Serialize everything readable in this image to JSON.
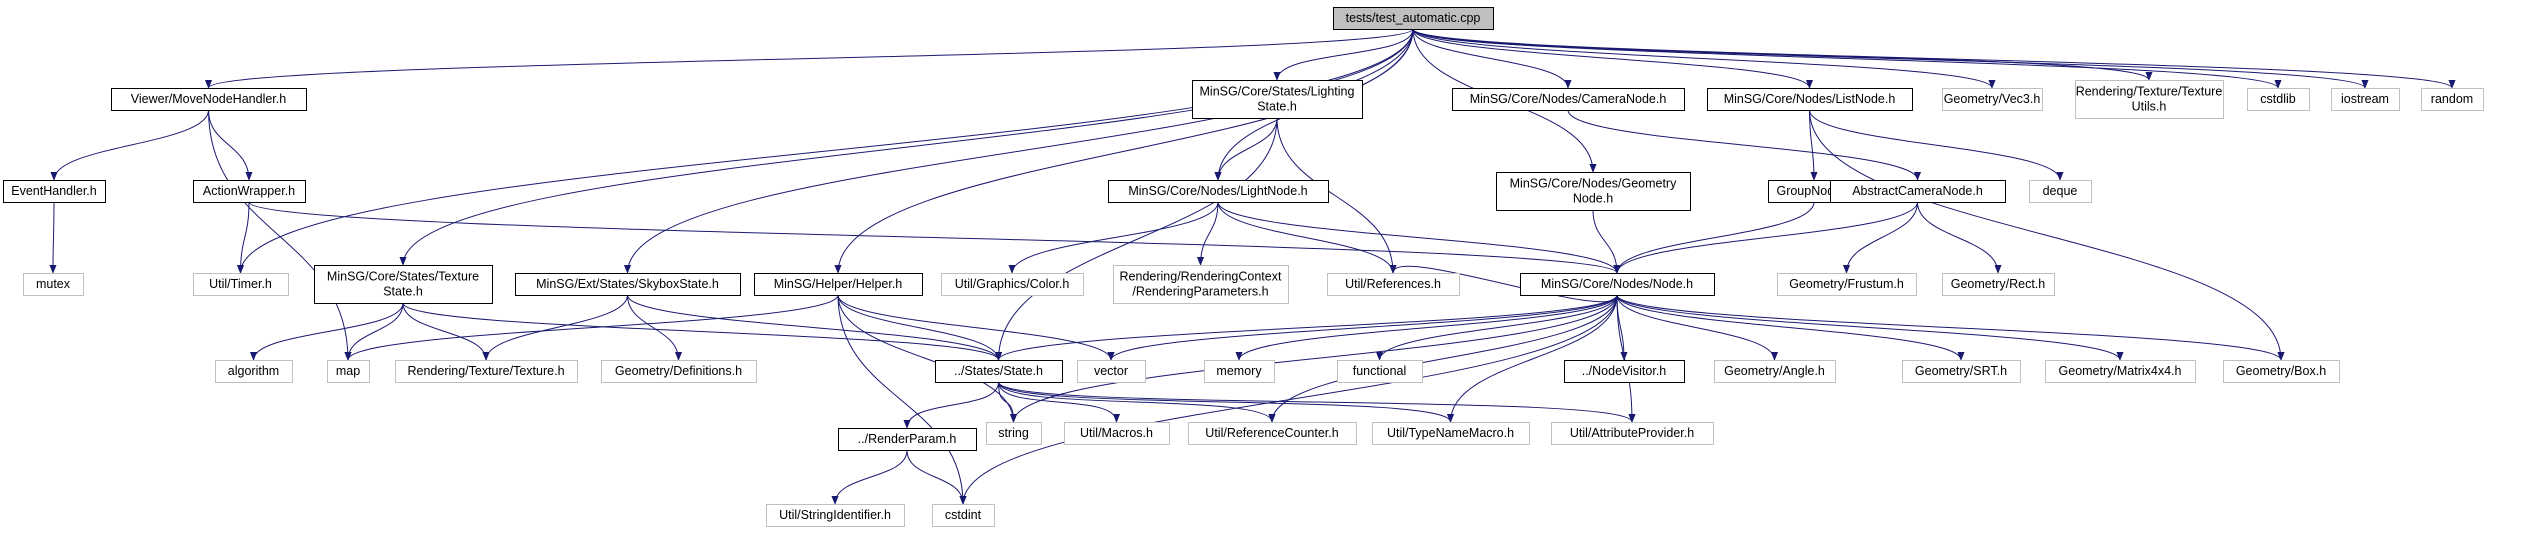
{
  "colors": {
    "edge": "#191970",
    "root_fill": "#bfbfbf",
    "documented_border": "#000000",
    "external_border": "#bfbfbf",
    "background": "#ffffff"
  },
  "nodes": [
    {
      "id": "root",
      "kind": "root",
      "lines": [
        "tests/test_automatic.cpp"
      ]
    },
    {
      "id": "movenode",
      "kind": "doc",
      "lines": [
        "Viewer/MoveNodeHandler.h"
      ]
    },
    {
      "id": "lightingstate",
      "kind": "doc",
      "lines": [
        "MinSG/Core/States/Lighting",
        "State.h"
      ]
    },
    {
      "id": "cameranode",
      "kind": "doc",
      "lines": [
        "MinSG/Core/Nodes/CameraNode.h"
      ]
    },
    {
      "id": "listnode",
      "kind": "doc",
      "lines": [
        "MinSG/Core/Nodes/ListNode.h"
      ]
    },
    {
      "id": "vec3",
      "kind": "ext",
      "lines": [
        "Geometry/Vec3.h"
      ]
    },
    {
      "id": "texutils",
      "kind": "ext",
      "lines": [
        "Rendering/Texture/Texture",
        "Utils.h"
      ]
    },
    {
      "id": "cstdlib",
      "kind": "ext",
      "lines": [
        "cstdlib"
      ]
    },
    {
      "id": "iostream",
      "kind": "ext",
      "lines": [
        "iostream"
      ]
    },
    {
      "id": "random",
      "kind": "ext",
      "lines": [
        "random"
      ]
    },
    {
      "id": "eventhandler",
      "kind": "doc",
      "lines": [
        "EventHandler.h"
      ]
    },
    {
      "id": "actionwrapper",
      "kind": "doc",
      "lines": [
        "ActionWrapper.h"
      ]
    },
    {
      "id": "lightnode",
      "kind": "doc",
      "lines": [
        "MinSG/Core/Nodes/LightNode.h"
      ]
    },
    {
      "id": "geomnode",
      "kind": "doc",
      "lines": [
        "MinSG/Core/Nodes/Geometry",
        "Node.h"
      ]
    },
    {
      "id": "groupnode",
      "kind": "doc",
      "lines": [
        "GroupNode.h"
      ]
    },
    {
      "id": "abstractcam",
      "kind": "doc",
      "lines": [
        "AbstractCameraNode.h"
      ]
    },
    {
      "id": "deque",
      "kind": "ext",
      "lines": [
        "deque"
      ]
    },
    {
      "id": "mutex",
      "kind": "ext",
      "lines": [
        "mutex"
      ]
    },
    {
      "id": "timer",
      "kind": "ext",
      "lines": [
        "Util/Timer.h"
      ]
    },
    {
      "id": "texstate",
      "kind": "doc",
      "lines": [
        "MinSG/Core/States/Texture",
        "State.h"
      ]
    },
    {
      "id": "skybox",
      "kind": "doc",
      "lines": [
        "MinSG/Ext/States/SkyboxState.h"
      ]
    },
    {
      "id": "helper",
      "kind": "doc",
      "lines": [
        "MinSG/Helper/Helper.h"
      ]
    },
    {
      "id": "color",
      "kind": "ext",
      "lines": [
        "Util/Graphics/Color.h"
      ]
    },
    {
      "id": "rendctx",
      "kind": "ext",
      "lines": [
        "Rendering/RenderingContext",
        "/RenderingParameters.h"
      ]
    },
    {
      "id": "references",
      "kind": "ext",
      "lines": [
        "Util/References.h"
      ]
    },
    {
      "id": "node",
      "kind": "doc",
      "lines": [
        "MinSG/Core/Nodes/Node.h"
      ]
    },
    {
      "id": "frustum",
      "kind": "ext",
      "lines": [
        "Geometry/Frustum.h"
      ]
    },
    {
      "id": "rect",
      "kind": "ext",
      "lines": [
        "Geometry/Rect.h"
      ]
    },
    {
      "id": "algorithm",
      "kind": "ext",
      "lines": [
        "algorithm"
      ]
    },
    {
      "id": "map",
      "kind": "ext",
      "lines": [
        "map"
      ]
    },
    {
      "id": "texture",
      "kind": "ext",
      "lines": [
        "Rendering/Texture/Texture.h"
      ]
    },
    {
      "id": "definitions",
      "kind": "ext",
      "lines": [
        "Geometry/Definitions.h"
      ]
    },
    {
      "id": "state",
      "kind": "doc",
      "lines": [
        "../States/State.h"
      ]
    },
    {
      "id": "vector",
      "kind": "ext",
      "lines": [
        "vector"
      ]
    },
    {
      "id": "memory",
      "kind": "ext",
      "lines": [
        "memory"
      ]
    },
    {
      "id": "functional",
      "kind": "ext",
      "lines": [
        "functional"
      ]
    },
    {
      "id": "nodevisitor",
      "kind": "doc",
      "lines": [
        "../NodeVisitor.h"
      ]
    },
    {
      "id": "angle",
      "kind": "ext",
      "lines": [
        "Geometry/Angle.h"
      ]
    },
    {
      "id": "srt",
      "kind": "ext",
      "lines": [
        "Geometry/SRT.h"
      ]
    },
    {
      "id": "matrix",
      "kind": "ext",
      "lines": [
        "Geometry/Matrix4x4.h"
      ]
    },
    {
      "id": "box",
      "kind": "ext",
      "lines": [
        "Geometry/Box.h"
      ]
    },
    {
      "id": "renderparam",
      "kind": "doc",
      "lines": [
        "../RenderParam.h"
      ]
    },
    {
      "id": "string",
      "kind": "ext",
      "lines": [
        "string"
      ]
    },
    {
      "id": "macros",
      "kind": "ext",
      "lines": [
        "Util/Macros.h"
      ]
    },
    {
      "id": "refcounter",
      "kind": "ext",
      "lines": [
        "Util/ReferenceCounter.h"
      ]
    },
    {
      "id": "typename",
      "kind": "ext",
      "lines": [
        "Util/TypeNameMacro.h"
      ]
    },
    {
      "id": "attrprov",
      "kind": "ext",
      "lines": [
        "Util/AttributeProvider.h"
      ]
    },
    {
      "id": "stringid",
      "kind": "ext",
      "lines": [
        "Util/StringIdentifier.h"
      ]
    },
    {
      "id": "cstdint",
      "kind": "ext",
      "lines": [
        "cstdint"
      ]
    }
  ],
  "edges": [
    [
      "root",
      "movenode"
    ],
    [
      "root",
      "lightingstate"
    ],
    [
      "root",
      "cameranode"
    ],
    [
      "root",
      "listnode"
    ],
    [
      "root",
      "vec3"
    ],
    [
      "root",
      "texutils"
    ],
    [
      "root",
      "cstdlib"
    ],
    [
      "root",
      "iostream"
    ],
    [
      "root",
      "random"
    ],
    [
      "root",
      "timer"
    ],
    [
      "root",
      "texstate"
    ],
    [
      "root",
      "skybox"
    ],
    [
      "root",
      "helper"
    ],
    [
      "root",
      "lightnode"
    ],
    [
      "root",
      "geomnode"
    ],
    [
      "movenode",
      "eventhandler"
    ],
    [
      "movenode",
      "actionwrapper"
    ],
    [
      "movenode",
      "map"
    ],
    [
      "eventhandler",
      "mutex"
    ],
    [
      "actionwrapper",
      "timer"
    ],
    [
      "actionwrapper",
      "node"
    ],
    [
      "lightingstate",
      "lightnode"
    ],
    [
      "lightingstate",
      "references"
    ],
    [
      "lightingstate",
      "state"
    ],
    [
      "cameranode",
      "abstractcam"
    ],
    [
      "listnode",
      "groupnode"
    ],
    [
      "listnode",
      "deque"
    ],
    [
      "listnode",
      "box"
    ],
    [
      "lightnode",
      "color"
    ],
    [
      "lightnode",
      "rendctx"
    ],
    [
      "lightnode",
      "references"
    ],
    [
      "lightnode",
      "node"
    ],
    [
      "geomnode",
      "node"
    ],
    [
      "groupnode",
      "node"
    ],
    [
      "abstractcam",
      "node"
    ],
    [
      "abstractcam",
      "frustum"
    ],
    [
      "abstractcam",
      "rect"
    ],
    [
      "texstate",
      "algorithm"
    ],
    [
      "texstate",
      "map"
    ],
    [
      "texstate",
      "texture"
    ],
    [
      "texstate",
      "state"
    ],
    [
      "skybox",
      "texture"
    ],
    [
      "skybox",
      "definitions"
    ],
    [
      "skybox",
      "state"
    ],
    [
      "helper",
      "map"
    ],
    [
      "helper",
      "vector"
    ],
    [
      "helper",
      "state"
    ],
    [
      "helper",
      "string"
    ],
    [
      "helper",
      "cstdint"
    ],
    [
      "node",
      "state"
    ],
    [
      "node",
      "vector"
    ],
    [
      "node",
      "memory"
    ],
    [
      "node",
      "functional"
    ],
    [
      "node",
      "nodevisitor"
    ],
    [
      "node",
      "angle"
    ],
    [
      "node",
      "srt"
    ],
    [
      "node",
      "matrix"
    ],
    [
      "node",
      "box"
    ],
    [
      "node",
      "string"
    ],
    [
      "node",
      "refcounter"
    ],
    [
      "node",
      "typename"
    ],
    [
      "node",
      "attrprov"
    ],
    [
      "node",
      "references"
    ],
    [
      "node",
      "cstdint"
    ],
    [
      "state",
      "renderparam"
    ],
    [
      "state",
      "string"
    ],
    [
      "state",
      "macros"
    ],
    [
      "state",
      "refcounter"
    ],
    [
      "state",
      "typename"
    ],
    [
      "state",
      "attrprov"
    ],
    [
      "renderparam",
      "stringid"
    ],
    [
      "renderparam",
      "cstdint"
    ]
  ]
}
